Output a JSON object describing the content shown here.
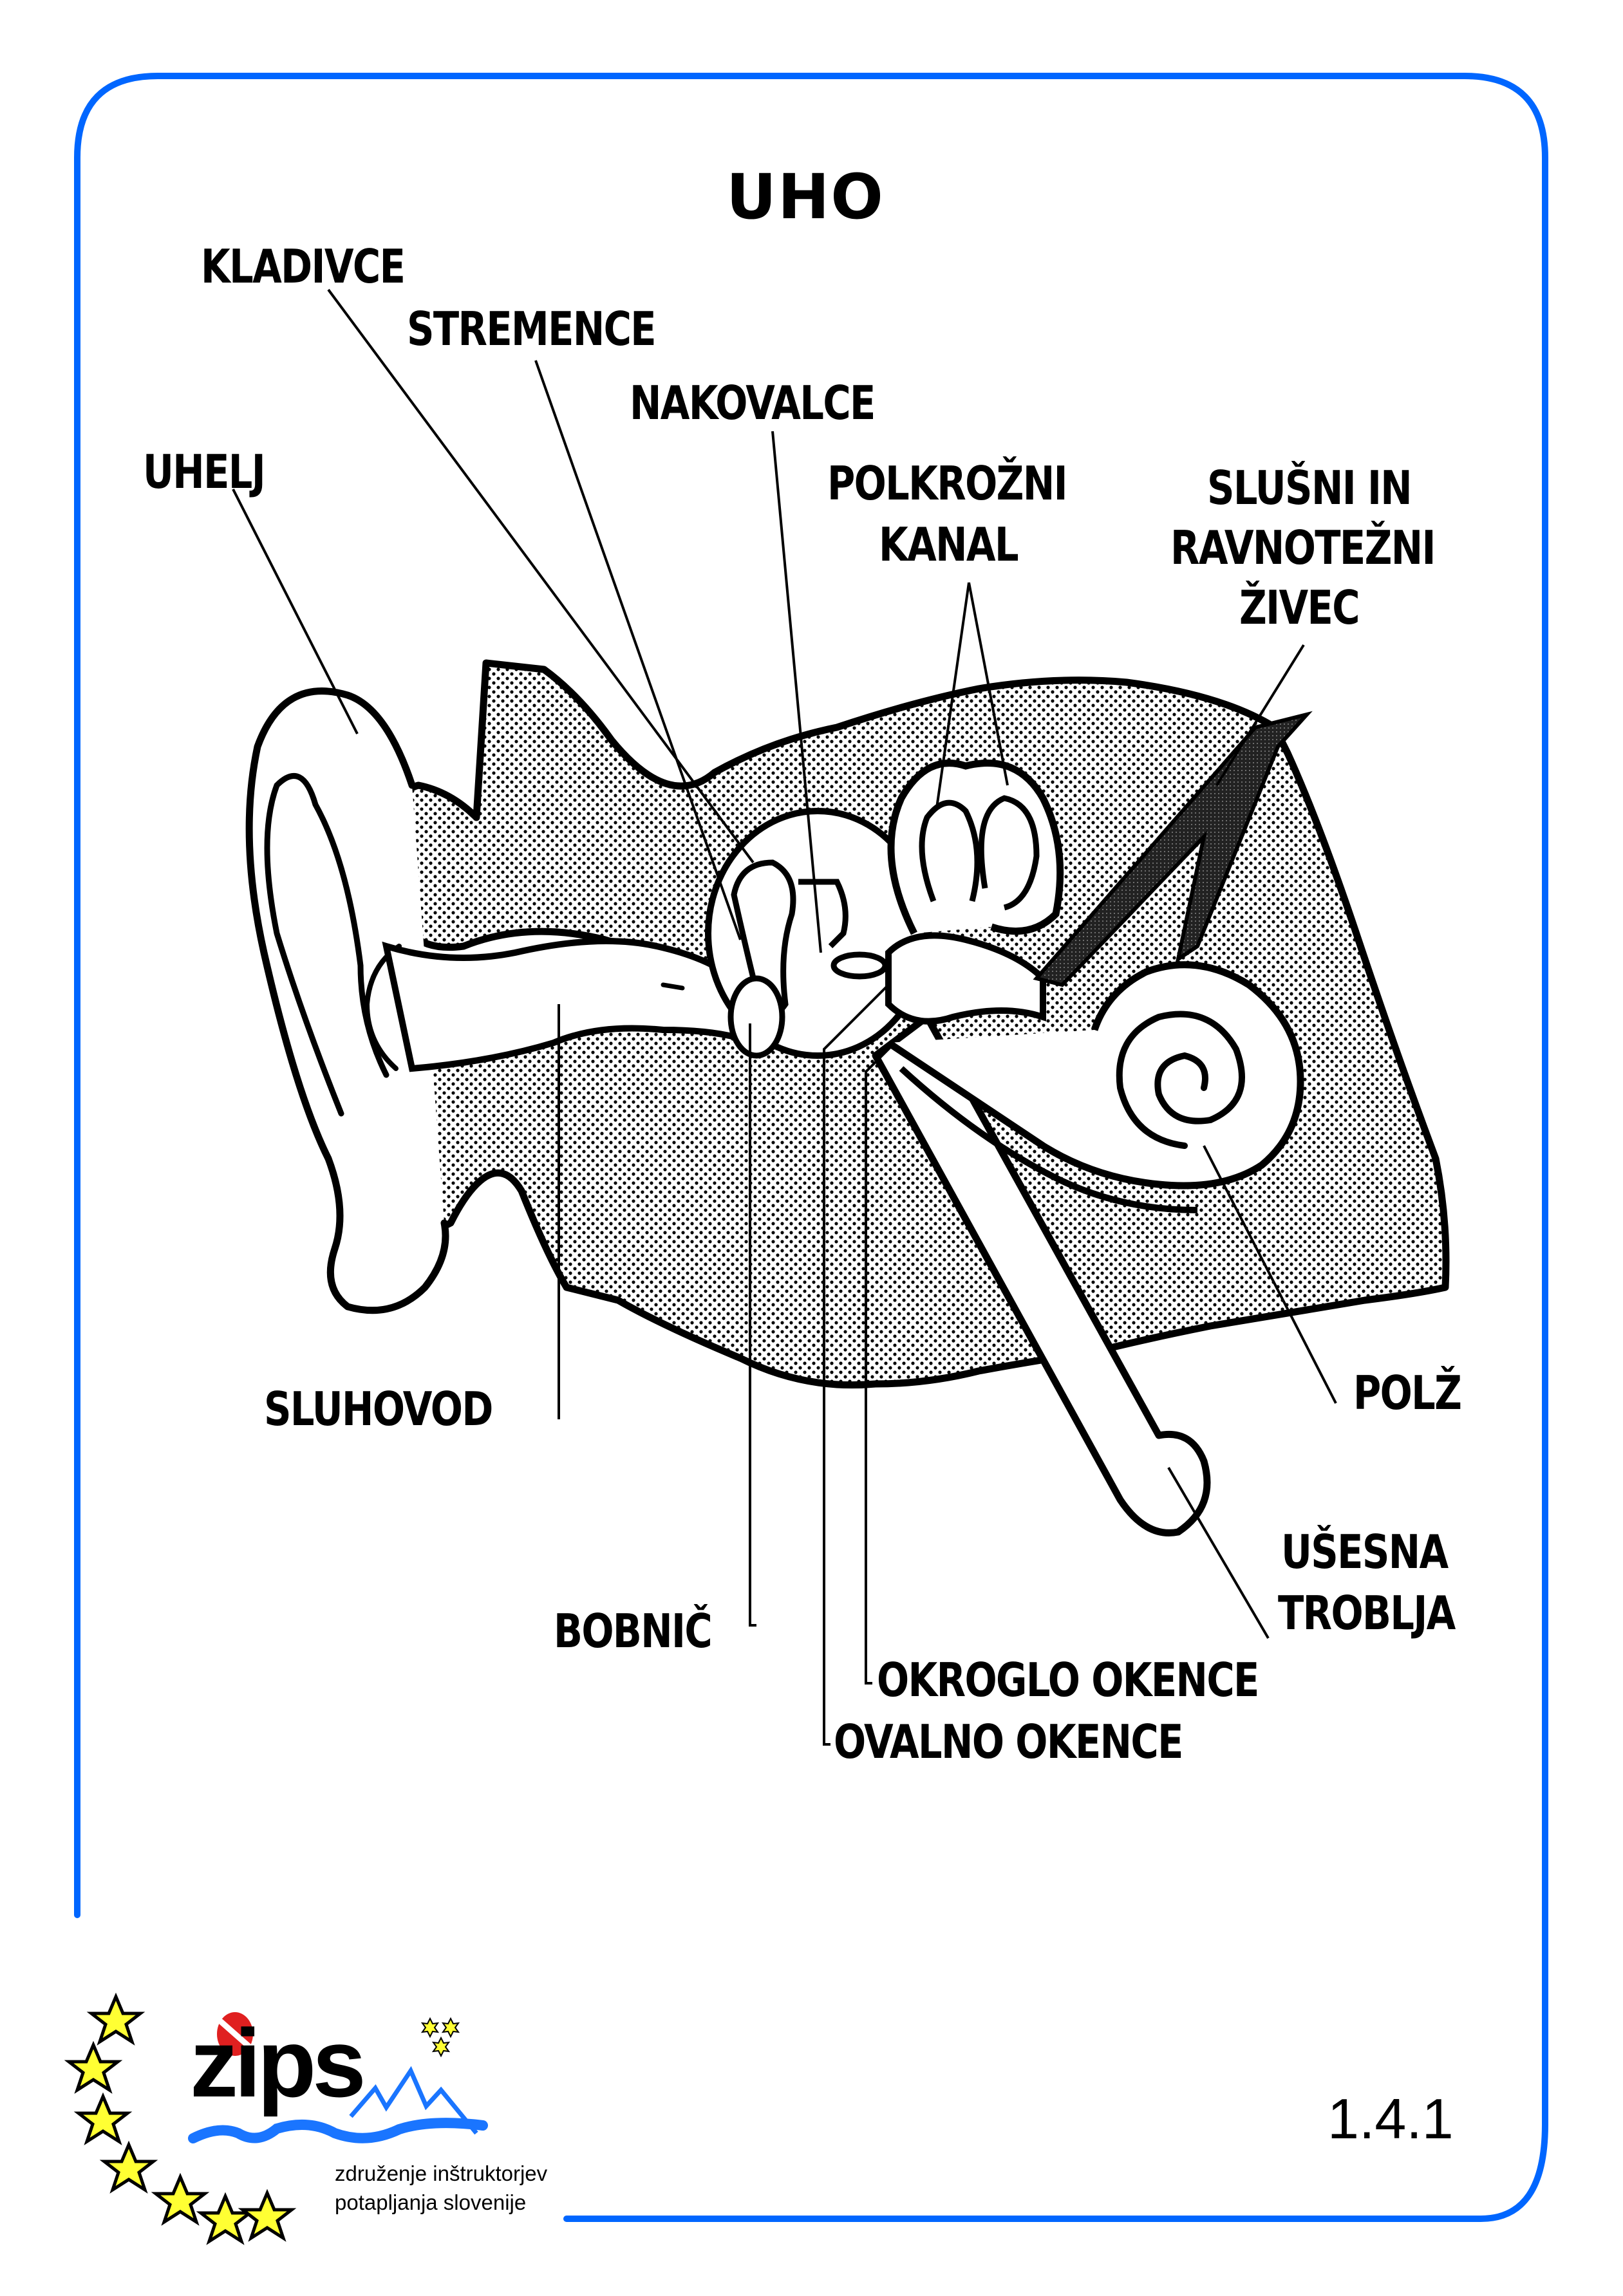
{
  "page": {
    "title": "UHO",
    "page_number": "1.4.1",
    "frame_color": "#0066ff"
  },
  "labels": {
    "kladivce": "KLADIVCE",
    "stremence": "STREMENCE",
    "nakovalce": "NAKOVALCE",
    "uhelj": "UHELJ",
    "polkrozni_kanal": [
      "POLKROŽNI",
      "KANAL"
    ],
    "slusni_zivec": [
      "SLUŠNI IN",
      "RAVNOTEŽNI",
      "ŽIVEC"
    ],
    "sluhovod": "SLUHOVOD",
    "polz": "POLŽ",
    "usesna_troblja": [
      "UŠESNA",
      "TROBLJA"
    ],
    "bobnic": "BOBNIČ",
    "okroglo_okence": "OKROGLO OKENCE",
    "ovalno_okence": "OVALNO OKENCE"
  },
  "logo": {
    "wordmark": "zips",
    "tagline": [
      "združenje inštruktorjev",
      "potapljanja slovenije"
    ],
    "star_color": "#ffff33",
    "wave_color": "#1a75ff",
    "dot_color": "#e02020"
  }
}
